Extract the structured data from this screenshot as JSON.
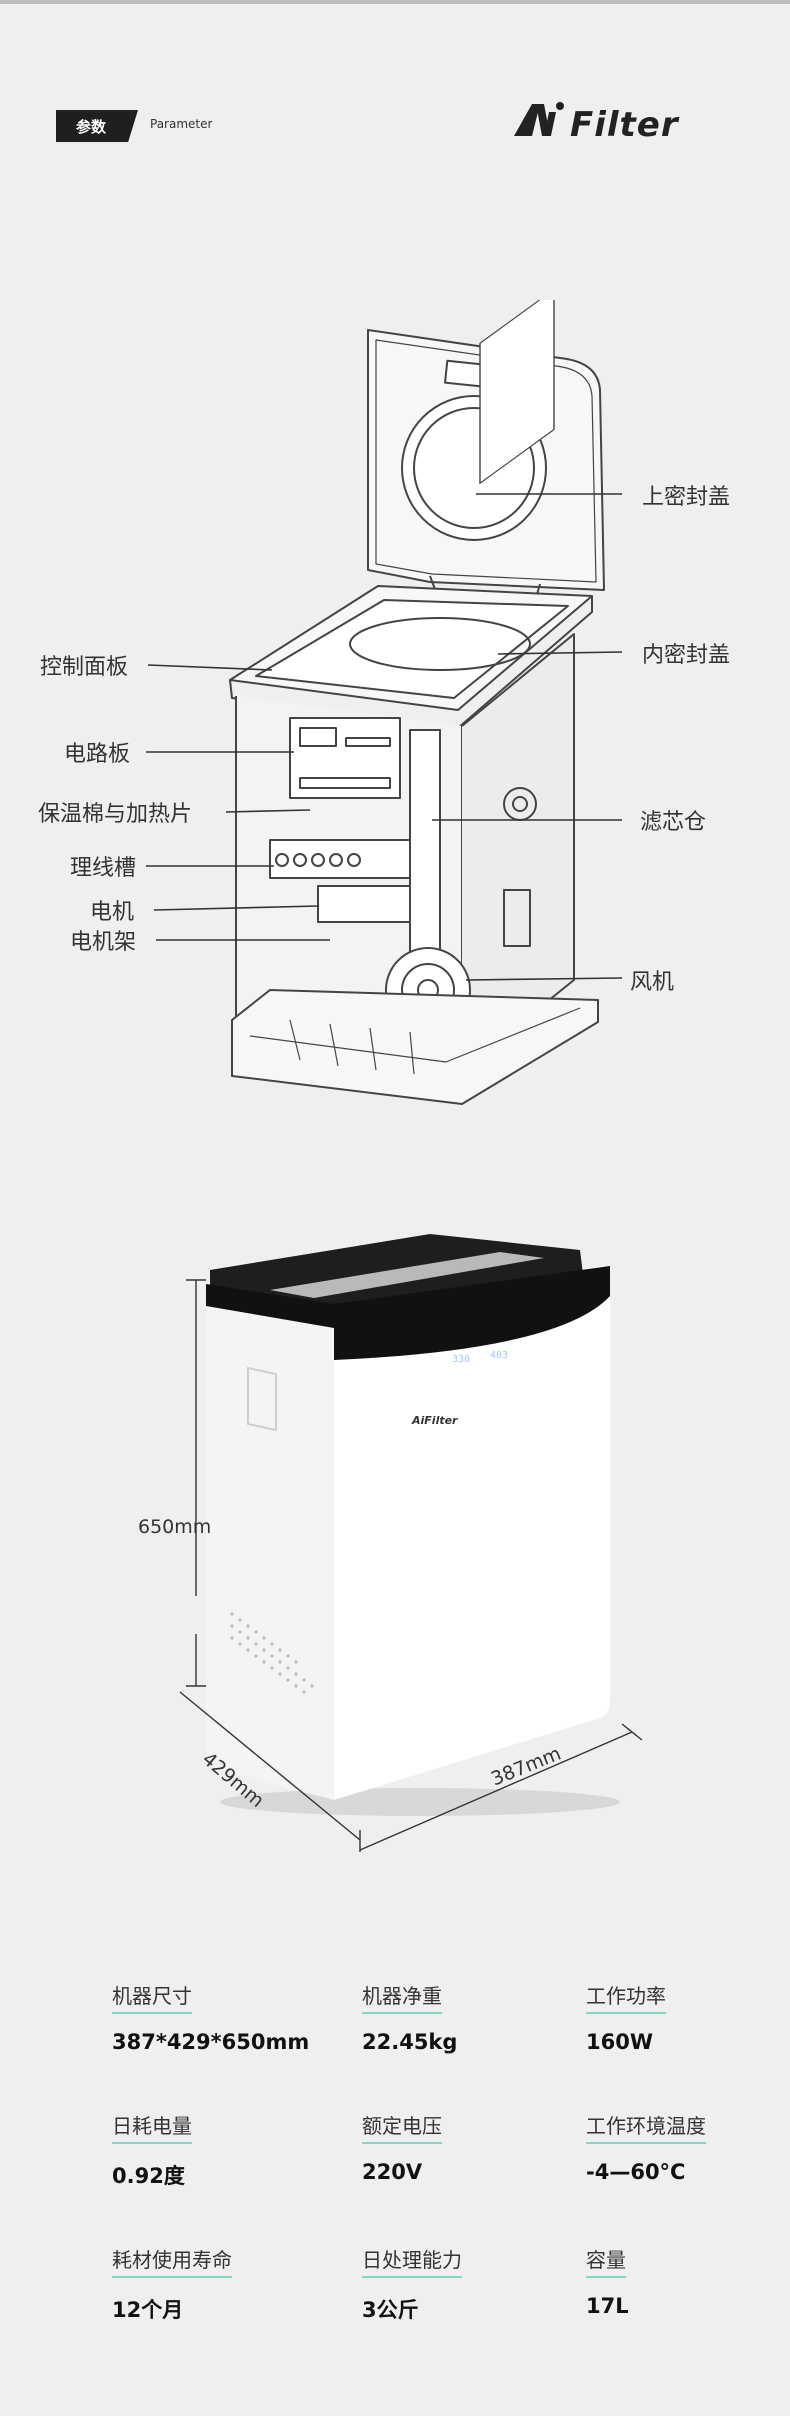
{
  "header": {
    "badge": "参数",
    "badge_sub": "Parameter",
    "logo_text": "AiFilter"
  },
  "diagram": {
    "callouts": {
      "top_seal_lid": "上密封盖",
      "inner_seal_lid": "内密封盖",
      "control_panel": "控制面板",
      "circuit_board": "电路板",
      "insulation_heater": "保温棉与加热片",
      "filter_chamber": "滤芯仓",
      "cable_trough": "理线槽",
      "motor": "电机",
      "motor_mount": "电机架",
      "fan": "风机"
    }
  },
  "product": {
    "display_left": "330",
    "display_right": "403",
    "brand_label": "AiFilter",
    "height": "650mm",
    "depth": "429mm",
    "width": "387mm"
  },
  "specs": [
    {
      "label": "机器尺寸",
      "value": "387*429*650mm"
    },
    {
      "label": "机器净重",
      "value": "22.45kg"
    },
    {
      "label": "工作功率",
      "value": "160W"
    },
    {
      "label": "日耗电量",
      "value": "0.92度"
    },
    {
      "label": "额定电压",
      "value": "220V"
    },
    {
      "label": "工作环境温度",
      "value": "-4—60°C"
    },
    {
      "label": "耗材使用寿命",
      "value": "12个月"
    },
    {
      "label": "日处理能力",
      "value": "3公斤"
    },
    {
      "label": "容量",
      "value": "17L"
    }
  ]
}
